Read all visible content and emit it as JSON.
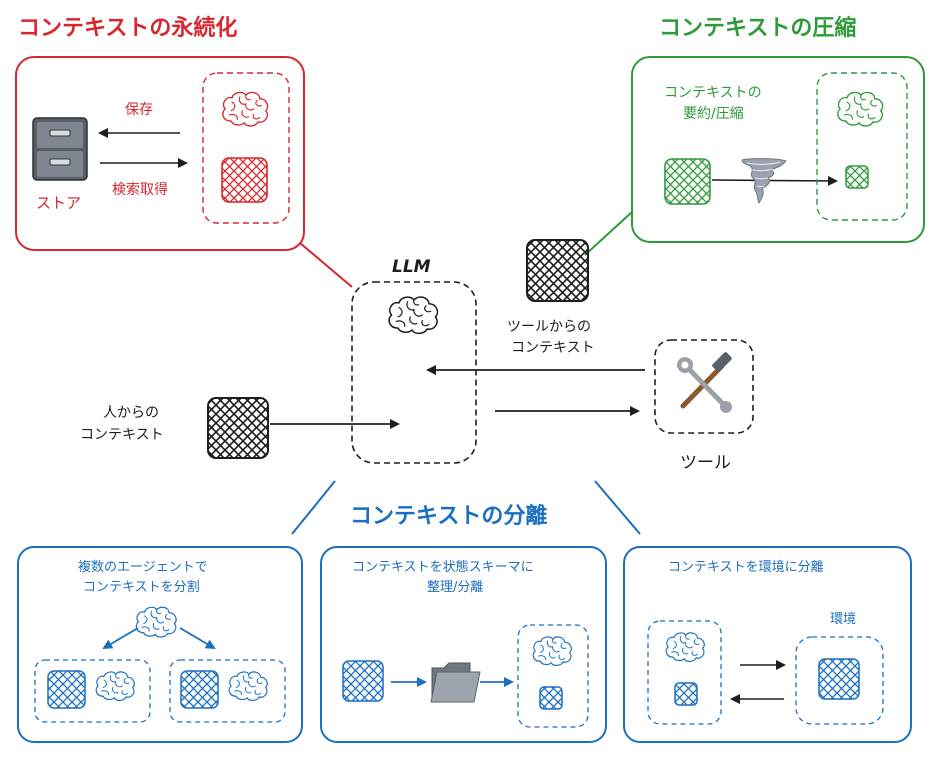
{
  "sections": {
    "persist": {
      "title": "コンテキストの永続化",
      "save_label": "保存",
      "retrieve_label": "検索取得",
      "store_label": "ストア"
    },
    "compress": {
      "title": "コンテキストの圧縮",
      "desc_line1": "コンテキストの",
      "desc_line2": "要約/圧縮"
    },
    "isolate": {
      "title": "コンテキストの分離",
      "multi_agent": {
        "line1": "複数のエージェントで",
        "line2": "コンテキストを分割"
      },
      "state_schema": {
        "line1": "コンテキストを状態スキーマに",
        "line2": "整理/分離"
      },
      "environment": {
        "line1": "コンテキストを環境に分離",
        "env_label": "環境"
      }
    }
  },
  "center": {
    "llm_label": "LLM",
    "tool_label": "ツール",
    "tool_context": {
      "line1": "ツールからの",
      "line2": "コンテキスト"
    },
    "human_context": {
      "line1": "人からの",
      "line2": "コンテキスト"
    }
  },
  "icons": {
    "llm": "brain-icon",
    "store": "file-cabinet-icon",
    "tool": "hammer-wrench-icon",
    "compress": "tornado-icon",
    "folder": "folder-icon"
  },
  "colors": {
    "persist": "#d9262e",
    "compress": "#2e9a3a",
    "isolate": "#1a6fc0",
    "neutral": "#1e1e1e"
  }
}
